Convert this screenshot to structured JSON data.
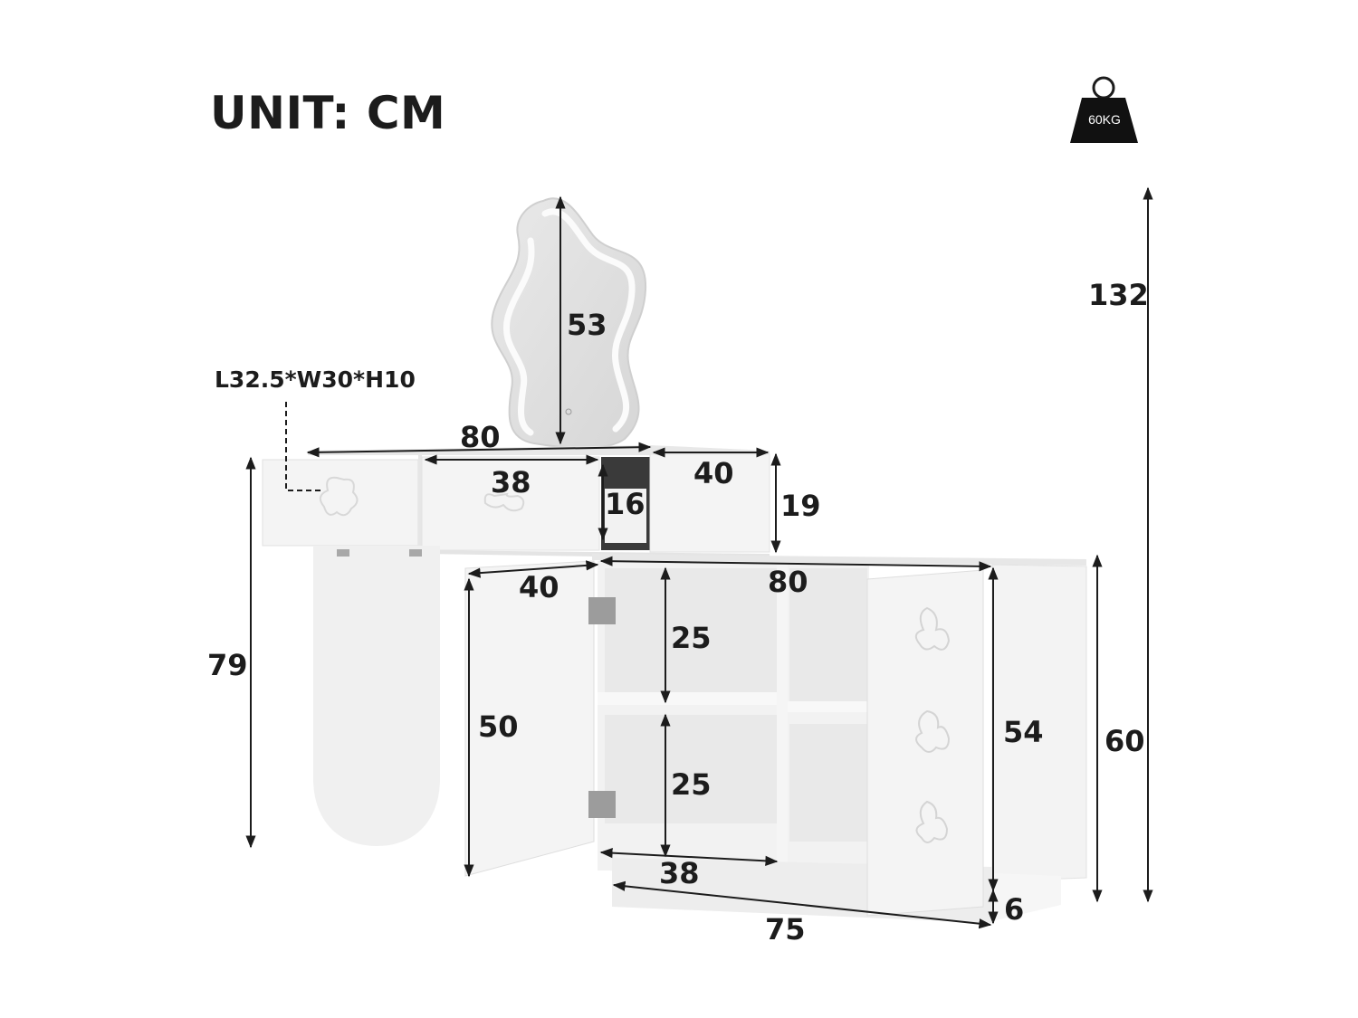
{
  "header": {
    "unit_label": "UNIT: CM",
    "weight_label": "60KG"
  },
  "dimensions": {
    "mirror_height": "53",
    "drawer_box": "L32.5*W30*H10",
    "top_width": "80",
    "drawer_width": "38",
    "open_drawer_height": "16",
    "side_box_width": "40",
    "top_unit_height": "19",
    "table_height": "79",
    "total_height": "132",
    "door_width": "40",
    "cabinet_width": "80",
    "door_height": "50",
    "upper_shelf_height": "25",
    "lower_shelf_height": "25",
    "shelf_width": "38",
    "cabinet_depth": "75",
    "cabinet_body_height": "54",
    "cabinet_height": "60",
    "base_height": "6"
  },
  "colors": {
    "line": "#1c1c1c",
    "furniture": "#f1f1f1",
    "furniture_shade": "#e2e2e2",
    "mirror_glow": "#fbfbfb"
  }
}
